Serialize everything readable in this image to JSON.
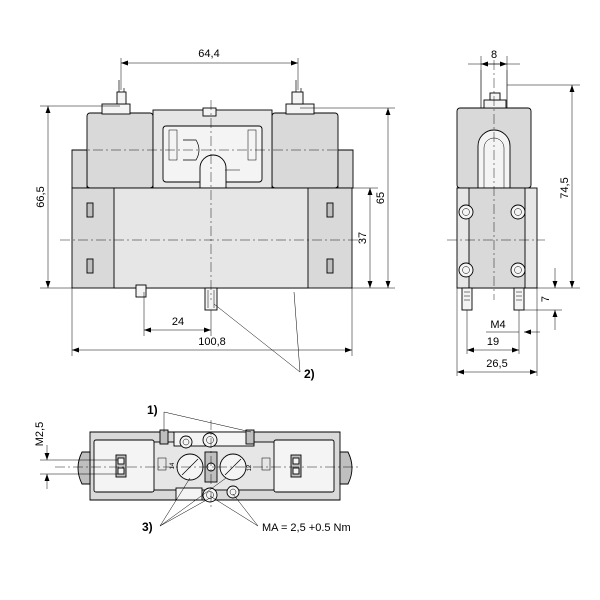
{
  "dimensions": {
    "front_width_pins": "64,4",
    "front_height_total": "66,5",
    "front_height_body": "65",
    "front_height_base": "37",
    "front_offset": "24",
    "front_length": "100,8",
    "side_top": "8",
    "side_height": "74,5",
    "side_pin": "7",
    "side_thread": "M4",
    "side_inner": "19",
    "side_width": "26,5",
    "top_thread": "M2,5"
  },
  "callouts": {
    "c1": "1)",
    "c2": "2)",
    "c3": "3)",
    "torque": "MA = 2,5 +0.5 Nm"
  },
  "markings": {
    "port_14": "14",
    "port_12": "12"
  }
}
